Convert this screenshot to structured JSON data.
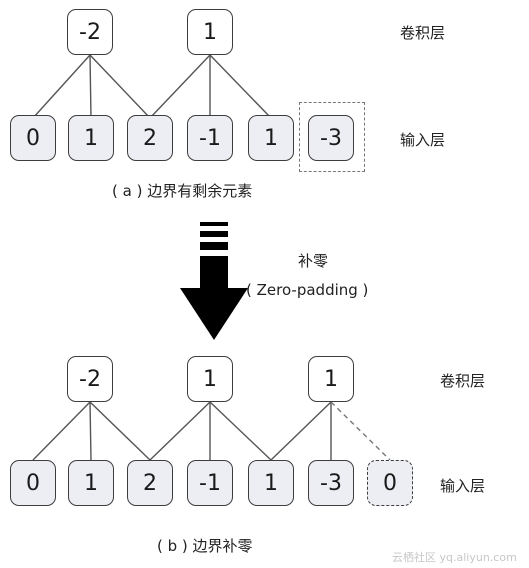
{
  "diagram_a": {
    "conv_layer_label": "卷积层",
    "input_layer_label": "输入层",
    "conv_nodes": [
      "-2",
      "1"
    ],
    "input_nodes": [
      "0",
      "1",
      "2",
      "-1",
      "1",
      "-3"
    ],
    "caption": "( a ) 边界有剩余元素"
  },
  "transition": {
    "label_cn": "补零",
    "label_en": "( Zero-padding )"
  },
  "diagram_b": {
    "conv_layer_label": "卷积层",
    "input_layer_label": "输入层",
    "conv_nodes": [
      "-2",
      "1",
      "1"
    ],
    "input_nodes": [
      "0",
      "1",
      "2",
      "-1",
      "1",
      "-3",
      "0"
    ],
    "caption": "( b ) 边界补零"
  },
  "watermark": "云栖社区 yq.aliyun.com",
  "colors": {
    "input_fill": "#eceef4",
    "border": "#3d3d3d",
    "arrow": "#000000",
    "watermark": "#c7c7c7"
  }
}
